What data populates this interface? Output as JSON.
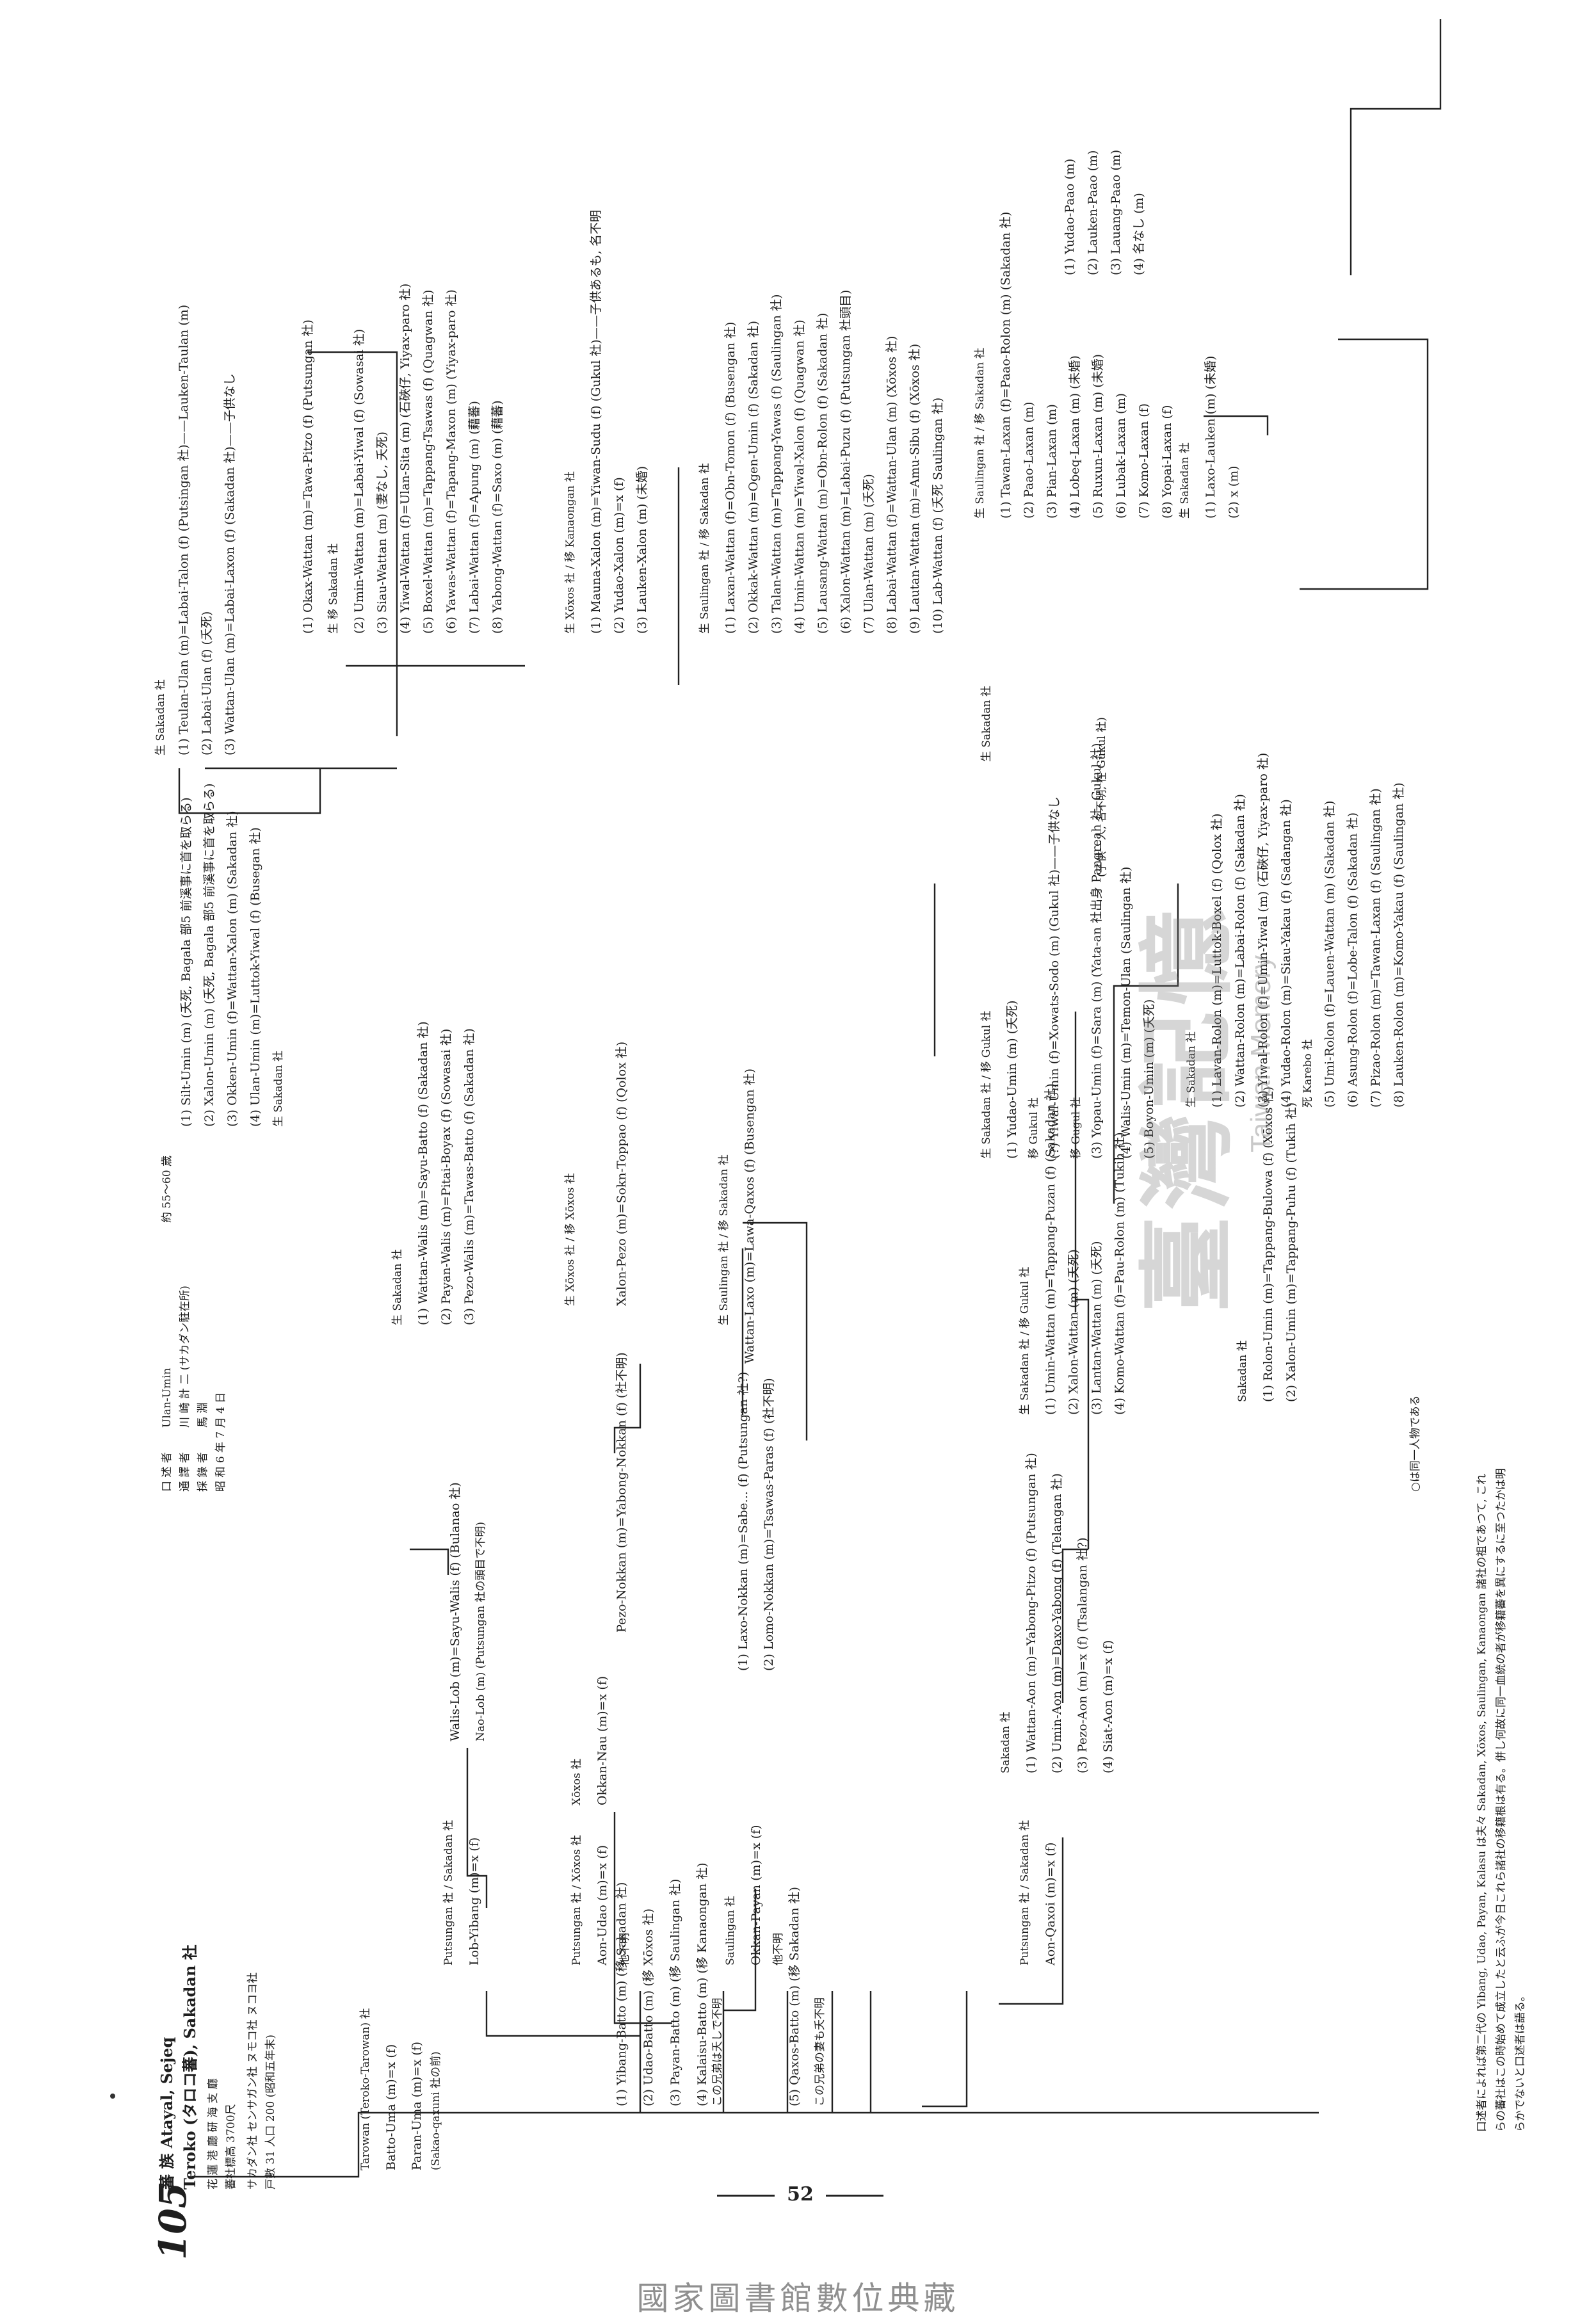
{
  "header": {
    "number": "105",
    "tribe": "蕃 族  Atayal, Sejeq",
    "place": "Teroko (タロコ蕃), Sakadan 社",
    "office": "花 蓮 港 廳 研 海 支 廳",
    "population": "蕃社標高 3700尺",
    "composition": "サカダン社 センサガン社 ヌモコ社 ヌコヨ社",
    "households": "戸數 31  人口 200 (昭和五年末)"
  },
  "informant": {
    "narrator_label": "口 述 者",
    "narrator": "Ulan-Umin",
    "narrator_age": "約 55～60 歳",
    "translator_label": "通 譯 者",
    "translator": "川 崎 計 二 (サカダン駐在所)",
    "recorder_label": "採 錄 者",
    "recorder": "馬 淵",
    "date": "昭 和 6 年 7 月 4 日"
  },
  "nodes": [
    {
      "id": "batto-uma",
      "label": "Batto-Uma (m)=x (f)",
      "note": "Tarowan (Teroko-Tarowan) 社"
    },
    {
      "id": "paran-uma",
      "label": "Paran-Uma (m)=x (f)",
      "note": "(Sakao-qaxuni 社の前)"
    },
    {
      "id": "sib-1",
      "label": "(1) Yibang-Batto (m) (移 Sakadan 社)"
    },
    {
      "id": "sib-2",
      "label": "(2) Udao-Batto (m) (移 Xōxos 社)"
    },
    {
      "id": "sib-3",
      "label": "(3) Payan-Batto (m) (移 Saulingan 社)"
    },
    {
      "id": "sib-4",
      "label": "(4) Kalaisu-Batto (m) (移 Kanaongan 社)"
    },
    {
      "id": "sib-5",
      "label": "(5) Qaxos-Batto (m) (移 Sakadan 社)"
    },
    {
      "id": "lob-yibang",
      "label": "Lob-Yibang (m)=x (f)",
      "note": "Putsungan 社 / Sakadan 社"
    },
    {
      "id": "walis-lob",
      "label": "Walis-Lob (m)=Sayu-Walis (f) (Bulanao 社)"
    },
    {
      "id": "nao-lob",
      "label": "Nao-Lob (m) (Putsungan 社の頭目で不明)"
    },
    {
      "id": "aon-udao",
      "label": "Aon-Udao (m)=x (f)",
      "note": "Putsungan 社 / Xōxos 社"
    },
    {
      "id": "okkan-nau",
      "label": "Okkan-Nau (m)=x (f)",
      "note": "Xōxos 社"
    },
    {
      "id": "pezo-nokkan",
      "label": "Pezo-Nokkan (m)=Yabong-Nokkan (f) (社不明)"
    },
    {
      "id": "okkan-payan",
      "label": "Okkan-Payan (m)=x (f)",
      "note": "Saulingan 社"
    },
    {
      "id": "laxo-nokkan",
      "label": "(1) Laxo-Nokkan (m)=Sabe... (f) (Putsungan 社?)"
    },
    {
      "id": "lomo-nokkan",
      "label": "(2) Lomo-Nokkan (m)=Tsawas-Paras (f) (社不明)"
    },
    {
      "id": "wattan-laxo",
      "label": "Wattan-Laxo (m)=Lawa-Qaxos (f) (Busengan 社)"
    },
    {
      "id": "aon-qaxoi",
      "label": "Aon-Qaxoi (m)=x (f)",
      "note": "Putsungan 社 / Sakadan 社"
    },
    {
      "id": "wattan-aon",
      "label": "(1) Wattan-Aon (m)=Yabong-Pitzo (f) (Putsungan 社)"
    },
    {
      "id": "umin-aon",
      "label": "(2) Umin-Aon (m)=Daxo-Yabong (f) (Telangan 社)"
    },
    {
      "id": "pezo-aon",
      "label": "(3) Pezo-Aon (m)=x (f) (Tsalangan 社?)"
    },
    {
      "id": "siat-aon",
      "label": "(4) Siat-Aon (m)=x (f)"
    },
    {
      "id": "rolon-umin",
      "label": "(1) Rolon-Umin (m)=Tappang-Bulowa (f) (Xōxos 社)"
    },
    {
      "id": "xalon-umin",
      "label": "(2) Xalon-Umin (m)=Tappang-Puhu (f) (Tukih 社)"
    },
    {
      "id": "silt-umin",
      "label": "(1) Silt-Umin (m) (夭死, Bagala 部5 前溪事に首を取らる)"
    },
    {
      "id": "ulan-umin",
      "label": "(1) Teulan-Ulan (m)=Labai-Talon (f) (Putsingan 社)——Lauken-Taulan (m)"
    }
  ],
  "genealogy_text": {
    "col_a": [
      "(1) Silt-Umin (m) (夭死, Bagala 部5 前溪事に首を取らる)",
      "(2) Xalon-Umin (m) (夭死, Bagala 部5 前溪事に首を取らる)",
      "(3) Okken-Umin (f)=Wattan-Xalon (m) (Sakadan 社)",
      "(4) Ulan-Umin (m)=Luttok-Yiwal (f) (Busegan 社)",
      "生 Sakadan 社"
    ],
    "col_b": [
      "生 Sakadan 社",
      "(1) Teulan-Ulan (m)=Labai-Talon (f) (Putsingan 社)——Lauken-Taulan (m)",
      "(2) Labai-Ulan (f) (夭死)",
      "(3) Wattan-Ulan (m)=Labai-Laxon (f) (Sakadan 社)——子供なし"
    ],
    "col_c_head": "生 Sakadan 社",
    "col_c": [
      "(1) Wattan-Walis (m)=Sayu-Batto (f) (Sakadan 社)",
      "(2) Payan-Walis (m)=Pitai-Boyax (f) (Sowasai 社)",
      "(3) Pezo-Walis (m)=Tawas-Batto (f) (Sakadan 社)"
    ],
    "col_d": [
      "(1) Okax-Wattan (m)=Tawa-Pitzo (f) (Putsungan 社)",
      "生 移 Sakadan 社",
      "(2) Umin-Wattan (m)=Labai-Yiwal (f) (Sowasai 社)",
      "(3) Siau-Wattan (m) (妻なし, 夭死)",
      "(4) Yiwal-Wattan (f)=Ulan-Sita (m) (石硤仔, Yiyax-paro 社)",
      "(5) Boxel-Wattan (m)=Tappang-Tsawas (f) (Quagwan 社)",
      "(6) Yawas-Wattan (f)=Tapang-Maxon (m) (Yiyax-paro 社)",
      "(7) Labai-Wattan (f)=Apung (m) (藉蕃)",
      "(8) Yabong-Wattan (f)=Saxo (m) (藉蕃)"
    ],
    "col_e_head": "生 Xōxos 社 / 移 Kanaongan 社",
    "col_e": [
      "(1) Mauna-Xalon (m)=Yiwan-Sudu (f) (Gukul 社)——子供あるも, 名不明",
      "(2) Yudao-Xalon (m)=x (f)",
      "(3) Lauken-Xalon (m) (未婚)"
    ],
    "col_f_mid": "Xalon-Pezo (m)=Sokn-Toppao (f) (Qolox 社)",
    "col_f_head": "生 Xōxos 社 / 移 Xōxos 社",
    "col_g_head": "生 Saulingan 社 / 移 Sakadan 社",
    "col_g": [
      "(1) Laxan-Wattan (f)=Obn-Tomon (f) (Busengan 社)",
      "(2) Okkak-Wattan (m)=Ogen-Umin (f) (Sakadan 社)",
      "(3) Talan-Wattan (m)=Tappang-Yawas (f) (Saulingan 社)",
      "(4) Umin-Wattan (m)=Yiwal-Xalon (f) (Quagwan 社)",
      "(5) Lausang-Wattan (m)=Obn-Rolon (f) (Sakadan 社)",
      "(6) Xalon-Wattan (m)=Labai-Puzu (f) (Putsungan 社頭目)",
      "(7) Ulan-Wattan (m) (夭死)",
      "(8) Labai-Wattan (f)=Wattan-Ulan (m) (Xōxos 社)",
      "(9) Lautan-Wattan (m)=Amu-Sibu (f) (Xōxos 社)",
      "(10) Lab-Wattan (f) (夭死 Saulingan 社)"
    ],
    "col_h_head": "生 Sakadan 社 / 移 Gukul 社",
    "col_h": [
      "(1) Yudao-Umin (m) (夭死)",
      "移 Gukul 社",
      "(?) Yiwal-Umin (f)=Xowats-Sodo (m) (Gukul 社)——子供なし",
      "移 Gugul 社",
      "(3) Yopau-Umin (f)=Sara (m) (Yata-an 社出身 Pangreah 社, Gukul 社)",
      "(4) Walis-Umin (m)=Temon-Ulan (Saulingan 社)",
      "(5) Boyon-Umin (m) (夭死)"
    ],
    "col_i_head": "生 Sakadan 社 / 移 Gukul 社",
    "col_i": [
      "(1) Umin-Wattan (m)=Tappang-Puzan (f) (Sakadan 社)",
      "(2) Xalon-Wattan (m) (夭死)",
      "(3) Lantan-Wattan (m) (夭死)",
      "(4) Komo-Wattan (f)=Pau-Rolon (m) (Tukih 社)"
    ],
    "col_j_head": "生 Sakadan 社",
    "col_j": [
      "(1) Lavan-Rolon (m)=Luttok-Boxel (f) (Qolox 社)",
      "(2) Wattan-Rolon (m)=Labai-Rolon (f) (Sakadan 社)",
      "(3) Yiwal-Rolon (f)=Umin-Yiwal (m) (石硤仔, Yiyax-paro 社)",
      "(4) Yudao-Rolon (m)=Siau-Yakau (f) (Sadangan 社)",
      "死 Karebo 社",
      "(5) Umi-Rolon (f)=Lauen-Wattan (m) (Sakadan 社)",
      "(6) Asung-Rolon (f)=Lobe-Talon (f) (Sakadan 社)",
      "(7) Pizao-Rolon (m)=Tawan-Laxan (f) (Saulingan 社)",
      "(8) Lauken-Rolon (m)=Komo-Yakau (f) (Saulingan 社)"
    ],
    "col_k_head": "生 Saulingan 社 / 移 Sakadan 社",
    "col_k": [
      "(1) Tawan-Laxan (f)=Paao-Rolon (m) (Sakadan 社)",
      "(2) Paao-Laxan (m)",
      "(3) Pian-Laxan (m)",
      "(4) Lobeq-Laxan (m) (未婚)",
      "(5) Ruxun-Laxan (m) (未婚)",
      "(6) Lubak-Laxan (m)",
      "(7) Komo-Laxan (f)",
      "(8) Yopai-Laxan (f)"
    ],
    "col_l": [
      "(1) Yudao-Paao (m)",
      "(2) Lauken-Paao (m)",
      "(3) Lauang-Paao (m)",
      "(4) 名なし (m)"
    ],
    "col_m_head": "生 Sakadan 社",
    "col_m": [
      "(1) Laxo-Lauken (m) (未婚)",
      "(2) x (m)"
    ],
    "col_n_head": "生 Sakadan 社",
    "col_n_note": "(子供一人, 名不明, 在 Gukul 社)",
    "mishin": "この兄弟は夭しで不明",
    "mishin2": "この兄弟の妻も夭不明",
    "unknown": "他不明",
    "sakadan": "Sakadan 社"
  },
  "notes": {
    "legend": "○は同一人物である",
    "footnote": "口述者によれば第二代の Yibang, Udao, Payan, Kalasu は夫々 Sakadan, Xōxos, Saulingan, Kanaongan 諸社の祖であつて, これらの蕃社はこの時始めて成立したと云ふが今日これら諸社の移籍根は有る。併し何故に同一血統の者が移籍蕃を異にするに至つたかは明らかでないと口述者は語る。"
  },
  "watermark": {
    "cjk": "臺灣記憶",
    "en": "Taiwan Memory"
  },
  "page_number": "52",
  "footer": "國家圖書館數位典藏"
}
